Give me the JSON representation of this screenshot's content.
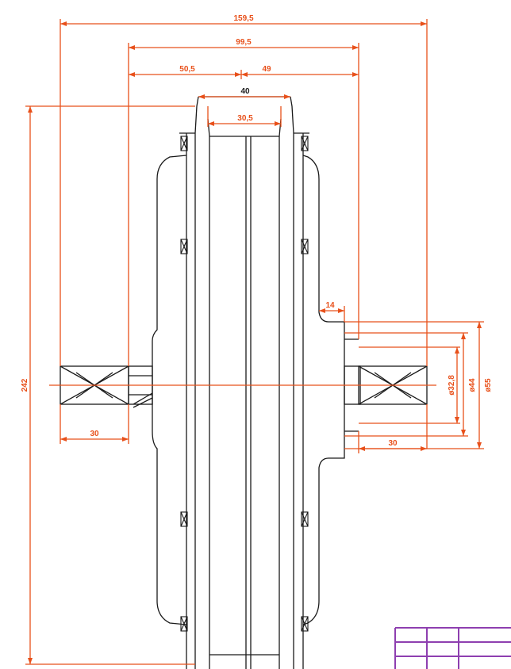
{
  "colors": {
    "dimension": "#e8501a",
    "outline": "#1a1a1a",
    "titleblock": "#8e3fb0",
    "background": "#ffffff"
  },
  "dimensions": {
    "overall_width": "159,5",
    "flange_span": "99,5",
    "left_half": "50,5",
    "right_half": "49",
    "rim_width": "40",
    "rim_inner": "30,5",
    "height": "242",
    "shaft_left": "30",
    "shaft_right": "30",
    "shoulder": "14",
    "dia_small": "ø32,8",
    "dia_mid": "ø44",
    "dia_large": "ø55"
  }
}
